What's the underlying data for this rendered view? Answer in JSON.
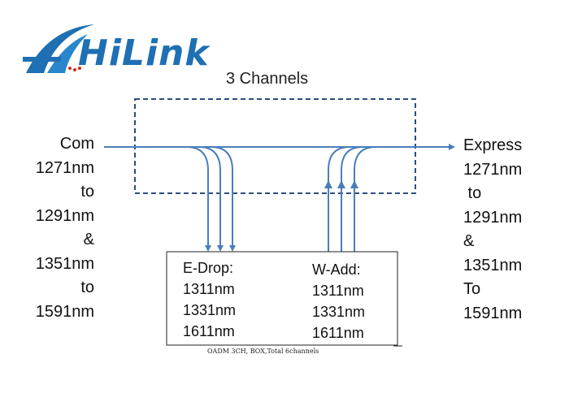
{
  "logo": {
    "text": "HiLink",
    "icon": "hilink-swoosh-logo-icon"
  },
  "title": "3 Channels",
  "com_labels": [
    "Com",
    "1271nm",
    "to",
    "1291nm",
    "&",
    "1351nm",
    "to",
    "1591nm"
  ],
  "express_labels": [
    "Express",
    "1271nm",
    " to",
    "1291nm",
    "&",
    "1351nm",
    "To",
    "1591nm"
  ],
  "drop": {
    "heading": "E-Drop:",
    "wavelengths": [
      "1311nm",
      "1331nm",
      "1611nm"
    ]
  },
  "add": {
    "heading": "W-Add:",
    "wavelengths": [
      "1311nm",
      "1331nm",
      "1611nm"
    ]
  },
  "caption": "OADM 3CH, BOX,Total 6channels",
  "colors": {
    "line": "#4a7ebb",
    "box_dash": "#2c4d80",
    "logo_blue": "#1f6fb3",
    "logo_red": "#d9281e"
  }
}
